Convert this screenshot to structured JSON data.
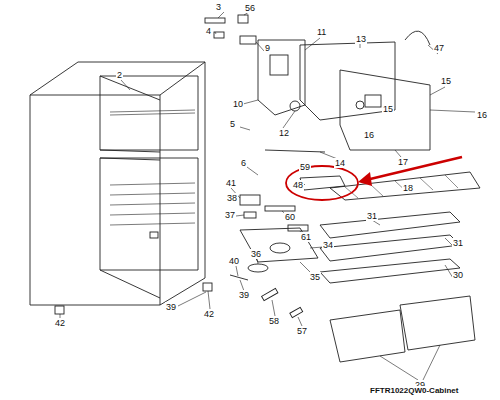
{
  "diagram": {
    "caption": "FFTR1022QW0-Cabinet",
    "labels": [
      "3",
      "56",
      "2",
      "4",
      "9",
      "11",
      "13",
      "47",
      "15",
      "15",
      "16",
      "16",
      "10",
      "12",
      "17",
      "5",
      "14",
      "48",
      "6",
      "41",
      "59",
      "18",
      "38",
      "31",
      "37",
      "60",
      "61",
      "34",
      "31",
      "36",
      "30",
      "40",
      "35",
      "39",
      "39",
      "42",
      "42",
      "58",
      "57",
      "29"
    ]
  }
}
